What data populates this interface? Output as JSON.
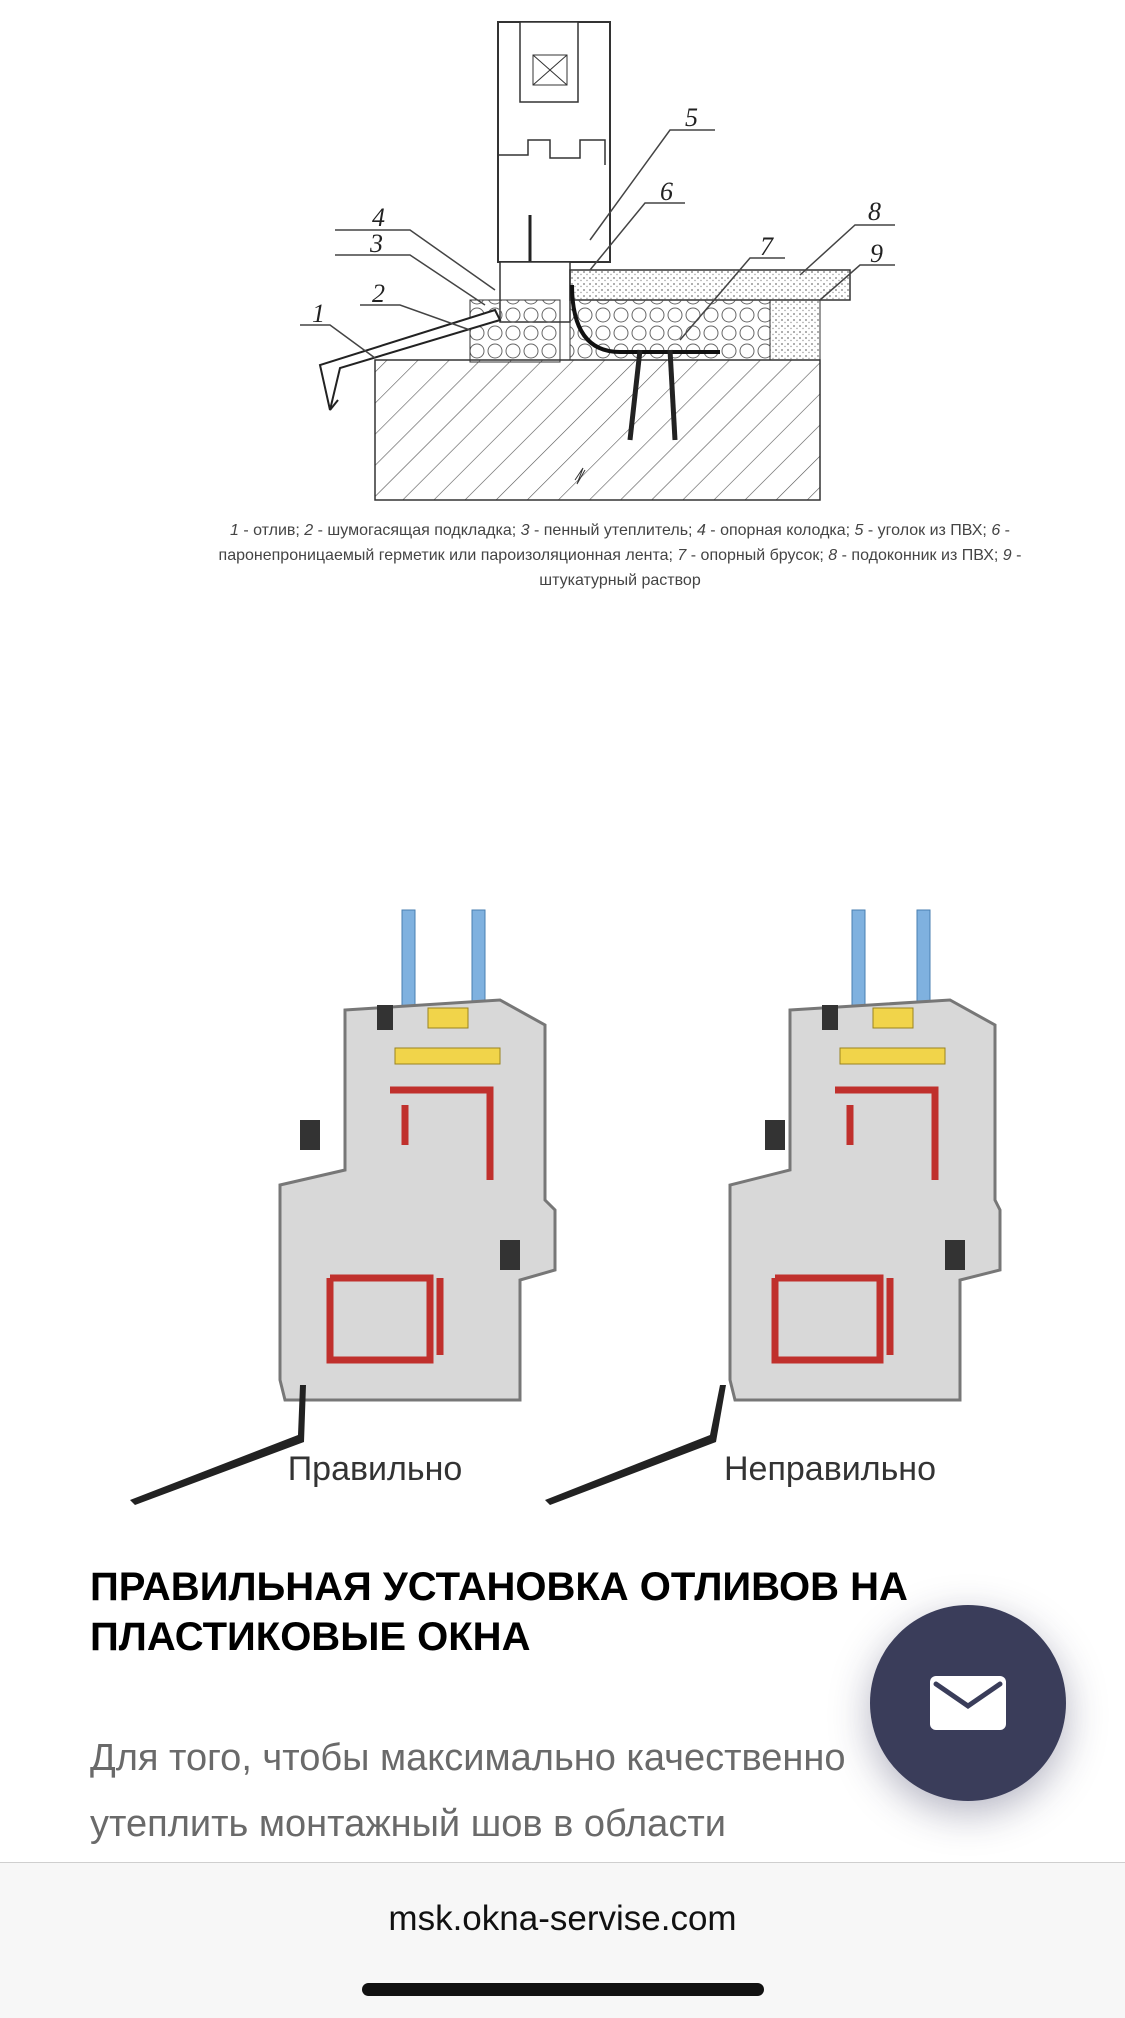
{
  "diagram_top": {
    "callouts": [
      "1",
      "2",
      "3",
      "4",
      "5",
      "6",
      "7",
      "8",
      "9"
    ],
    "caption_parts": [
      {
        "num": "1",
        "text": " - отлив; "
      },
      {
        "num": "2",
        "text": " - шумогасящая подкладка; "
      },
      {
        "num": "3",
        "text": " - пенный утеплитель; "
      },
      {
        "num": "4",
        "text": " - опорная колодка; "
      },
      {
        "num": "5",
        "text": " - уголок из ПВХ; "
      },
      {
        "num": "6",
        "text": " - паронепроницаемый герметик или пароизоляционная лента; "
      },
      {
        "num": "7",
        "text": " - опорный брусок; "
      },
      {
        "num": "8",
        "text": " - подоконник из ПВХ; "
      },
      {
        "num": "9",
        "text": " - штукатурный раствор"
      }
    ]
  },
  "diagram_bottom": {
    "label_correct": "Правильно",
    "label_incorrect": "Неправильно"
  },
  "article": {
    "heading": "ПРАВИЛЬНАЯ УСТАНОВКА ОТЛИВОВ НА ПЛАСТИКОВЫЕ ОКНА",
    "body": "Для того, чтобы максимально качественно утеплить монтажный шов в области"
  },
  "fab": {
    "icon": "envelope-icon"
  },
  "browser": {
    "url": "msk.okna-servise.com"
  },
  "colors": {
    "fab_bg": "#3a3d5a",
    "glass_blue": "#7fb1df",
    "gasket_yellow": "#f1d44a",
    "reinforcement_red": "#c0302c"
  }
}
